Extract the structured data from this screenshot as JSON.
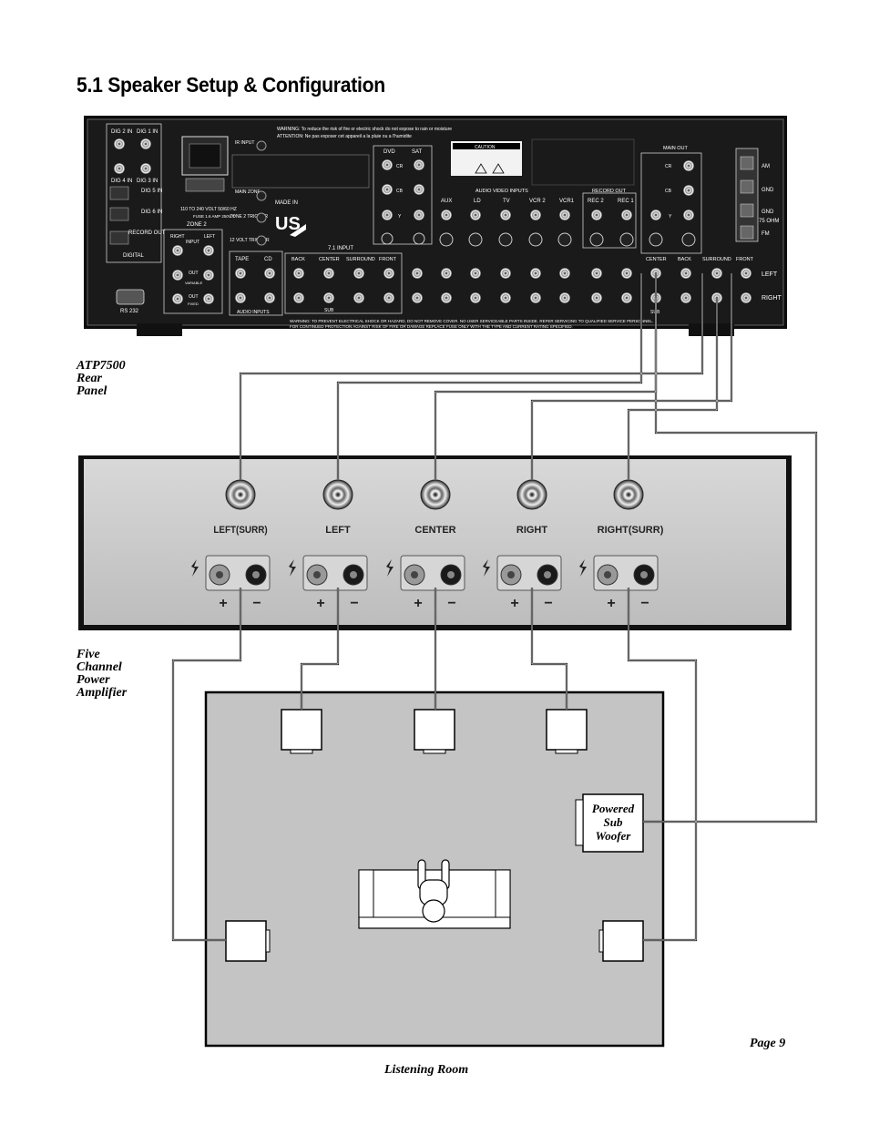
{
  "page": {
    "title": "5.1 Speaker Setup & Configuration",
    "page_number": "Page 9"
  },
  "captions": {
    "rear_panel": [
      "ATP7500",
      "Rear",
      "Panel"
    ],
    "amplifier": [
      "Five",
      "Channel",
      "Power",
      "Amplifier"
    ],
    "room": "Listening Room",
    "subwoofer": [
      "Powered",
      "Sub",
      "Woofer"
    ]
  },
  "rear_panel": {
    "warning_top": "WARNING: To reduce the risk of fire or electric shock do not expose to rain or moisture",
    "attention_top": "ATTENTION: Ne pas exposer cet appareil a la pluie ou a l'humidite",
    "caution": "CAUTION",
    "warning_bottom": "WARNING: TO PREVENT ELECTRICAL SHOCK OR HAZARD, DO NOT REMOVE COVER. NO USER SERVICEABLE PARTS INSIDE. REFER SERVICING TO QUALIFIED SERVICE PERSONNEL.",
    "warning_bottom2": "FOR CONTINUED PROTECTION AGAINST RISK OF FIRE OR DAMAGE REPLACE FUSE ONLY WITH THE TYPE AND CURRENT RATING SPECIFIED.",
    "dig_top": [
      "DIG 2 IN",
      "DIG 1 IN"
    ],
    "dig_bottom": [
      "DIG 4 IN",
      "DIG 3 IN"
    ],
    "dig5": "DIG 5 IN",
    "dig6": "DIG 6 IN",
    "record_out": "RECORD OUT",
    "digital": "DIGITAL",
    "rs232": "RS 232",
    "ir_input": "IR INPUT",
    "main_zone": "MAIN ZONE",
    "zone2_trigger": "ZONE 2 TRIGGER",
    "volt_trigger": "12 VOLT TRIGGER",
    "power_rating": "110 TO 240 VOLT 50/60 HZ",
    "fuse": "FUSE 1.6 AMP 250V T",
    "zone2": "ZONE 2",
    "zone2_labels": [
      "RIGHT",
      "INPUT",
      "LEFT"
    ],
    "out_variable": [
      "OUT",
      "VARIABLE"
    ],
    "out_fixed": [
      "OUT",
      "FIXED"
    ],
    "made_in": "MADE IN",
    "us_logo": "US",
    "dvd": "DVD",
    "sat": "SAT",
    "cr": "CR",
    "cb": "CB",
    "y": "Y",
    "audio_video_inputs": "AUDIO VIDEO INPUTS",
    "av_inputs": [
      "AUX",
      "LD",
      "TV",
      "VCR 2",
      "VCR1"
    ],
    "record_out_label": "RECORD OUT",
    "rec_outs": [
      "REC 2",
      "REC 1"
    ],
    "main_out": "MAIN OUT",
    "input_71": "7.1 INPUT",
    "tape": "TAPE",
    "cd": "CD",
    "audio_inputs": "AUDIO INPUTS",
    "input71_channels": [
      "BACK",
      "CENTER",
      "SURROUND",
      "FRONT"
    ],
    "sub": "SUB",
    "main_out_channels": [
      "CENTER",
      "BACK",
      "SURROUND",
      "FRONT"
    ],
    "left": "LEFT",
    "right": "RIGHT",
    "antenna": [
      "AM",
      "GND",
      "GND",
      "75 OHM",
      "FM"
    ]
  },
  "amplifier": {
    "channels": [
      "LEFT(SURR)",
      "LEFT",
      "CENTER",
      "RIGHT",
      "RIGHT(SURR)"
    ],
    "plus": "+",
    "minus": "−"
  },
  "colors": {
    "panel_dark": "#161616",
    "amp_face": "#c9c9c9",
    "room_fill": "#c4c4c4"
  }
}
